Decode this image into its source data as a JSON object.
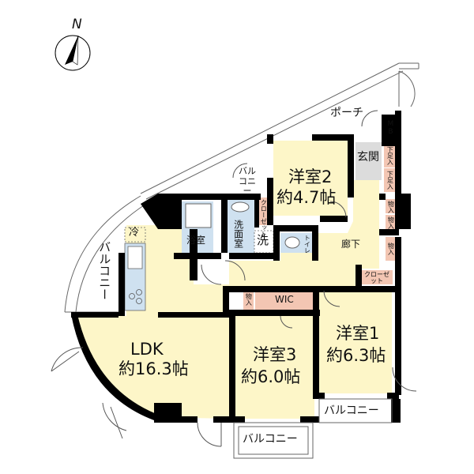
{
  "compass": {
    "label": "N"
  },
  "colors": {
    "room_fill": "#fdf6c8",
    "wet_fill": "#cfe1f0",
    "storage_fill": "#f3c6b3",
    "entrance_fill": "#dcdcdc",
    "wall": "#000000",
    "line": "#555555"
  },
  "rooms": {
    "ldk": {
      "name": "LDK",
      "area": "約16.3帖"
    },
    "western1": {
      "name": "洋室1",
      "area": "約6.3帖"
    },
    "western2": {
      "name": "洋室2",
      "area": "約4.7帖"
    },
    "western3": {
      "name": "洋室3",
      "area": "約6.0帖"
    }
  },
  "labels": {
    "porch": "ポーチ",
    "entrance": "玄関",
    "mb": "MB",
    "hallway": "廊下",
    "bathroom": "浴室",
    "washroom": "洗面室",
    "washer": "洗",
    "toilet": "トイレ",
    "fridge": "冷",
    "wic": "WIC",
    "closet": "クローゼット",
    "closet_hall": "クローゼット",
    "storage": "物入",
    "shoe_storage": "下足入",
    "balcony_side": "バルコニー",
    "balcony_small": "バルコニー",
    "balcony_bottom1": "バルコニー",
    "balcony_bottom3": "バルコニー"
  }
}
